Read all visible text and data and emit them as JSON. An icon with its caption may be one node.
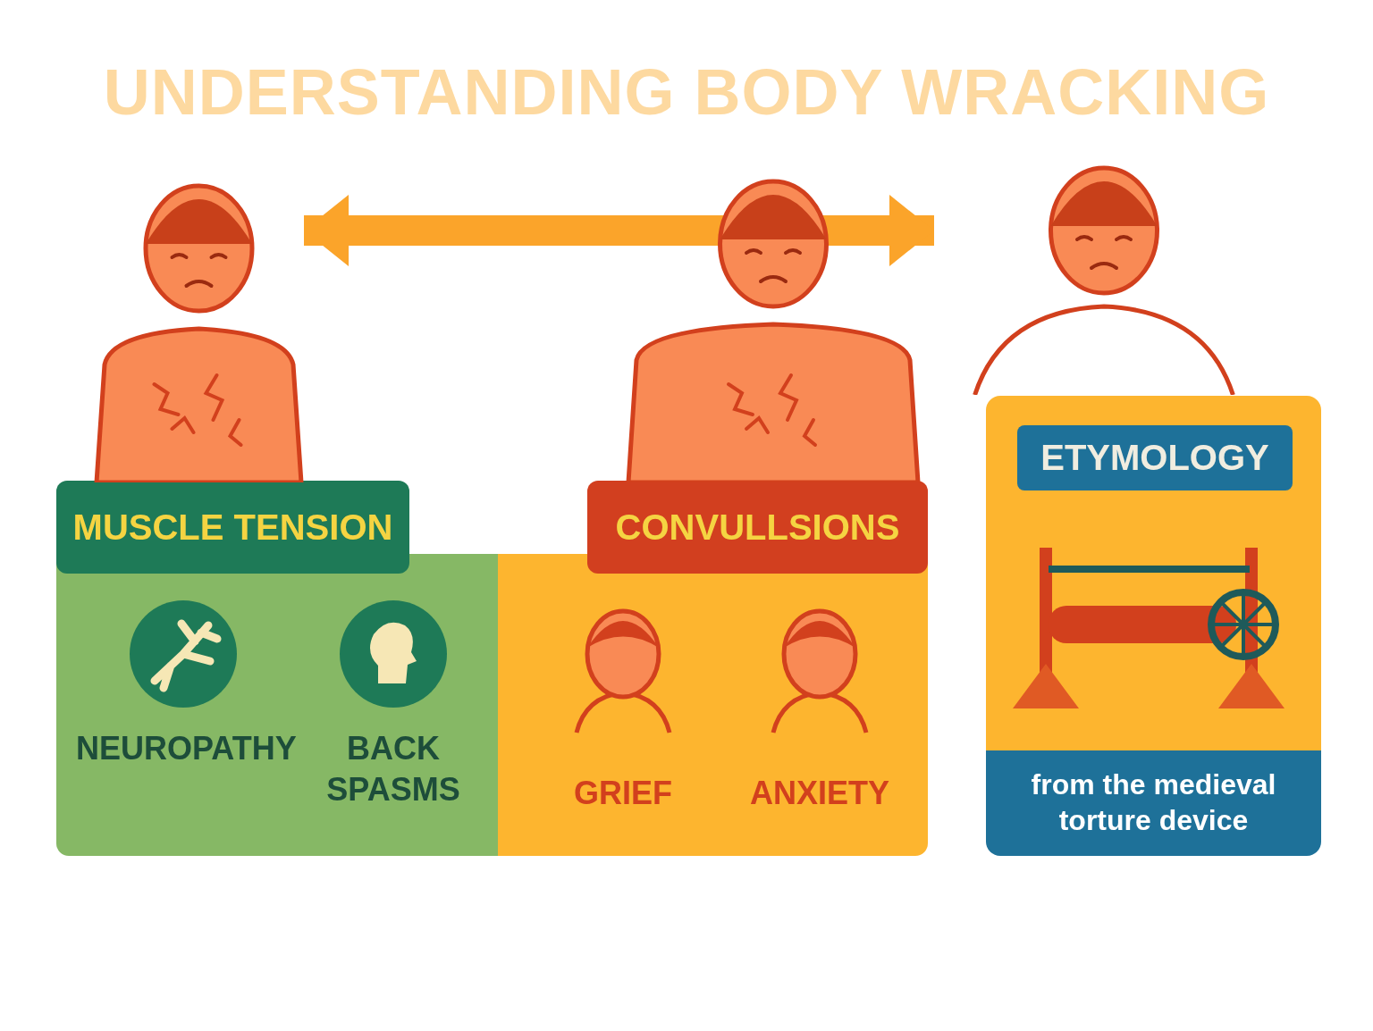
{
  "diagram": {
    "title": "UNDERSTANDING BODY WRACKING",
    "nodes": [
      {
        "text": [],
        "shape": "picture"
      },
      {
        "text": [],
        "shape": "picture"
      },
      {
        "text": [],
        "shape": "picture"
      },
      {
        "text": [
          "MUSCLE TENSION"
        ]
      },
      {
        "text": [
          "NEUROPATHY"
        ],
        "in": 3
      },
      {
        "text": [
          "BACK SPASMS"
        ],
        "in": 3
      },
      {
        "text": [
          "CONVULLSIONS"
        ]
      },
      {
        "text": [
          "GRIEF"
        ],
        "in": 6
      },
      {
        "text": [
          "ANXIETY"
        ],
        "in": 6
      },
      {
        "text": [
          "ETYMOLOGY",
          "from the medieval torture device"
        ]
      }
    ],
    "edges": [
      {
        "from": 0,
        "to": 2,
        "arrow": "both"
      }
    ]
  }
}
